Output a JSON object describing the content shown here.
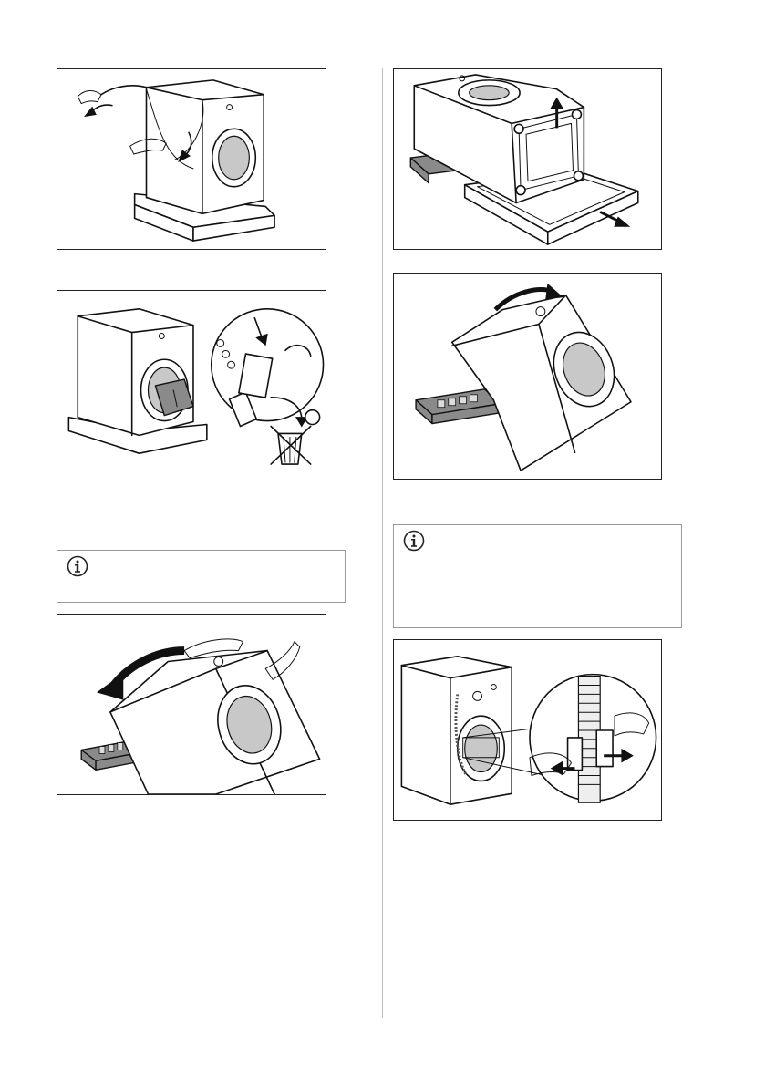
{
  "figures": [
    {
      "id": "remove-cover",
      "icon": "washing-machine-cover-removal-illustration"
    },
    {
      "id": "remove-accessories",
      "icon": "accessories-bag-removal-illustration"
    },
    {
      "id": "tilt-back",
      "icon": "tilt-machine-back-illustration"
    },
    {
      "id": "remove-base",
      "icon": "remove-packaging-base-illustration"
    },
    {
      "id": "tilt-upright",
      "icon": "tilt-machine-upright-illustration"
    },
    {
      "id": "remove-hose-clamp",
      "icon": "remove-hose-clamp-illustration"
    }
  ],
  "info_notes": [
    {
      "icon": "info-icon",
      "text": ""
    },
    {
      "icon": "info-icon",
      "text": ""
    }
  ]
}
